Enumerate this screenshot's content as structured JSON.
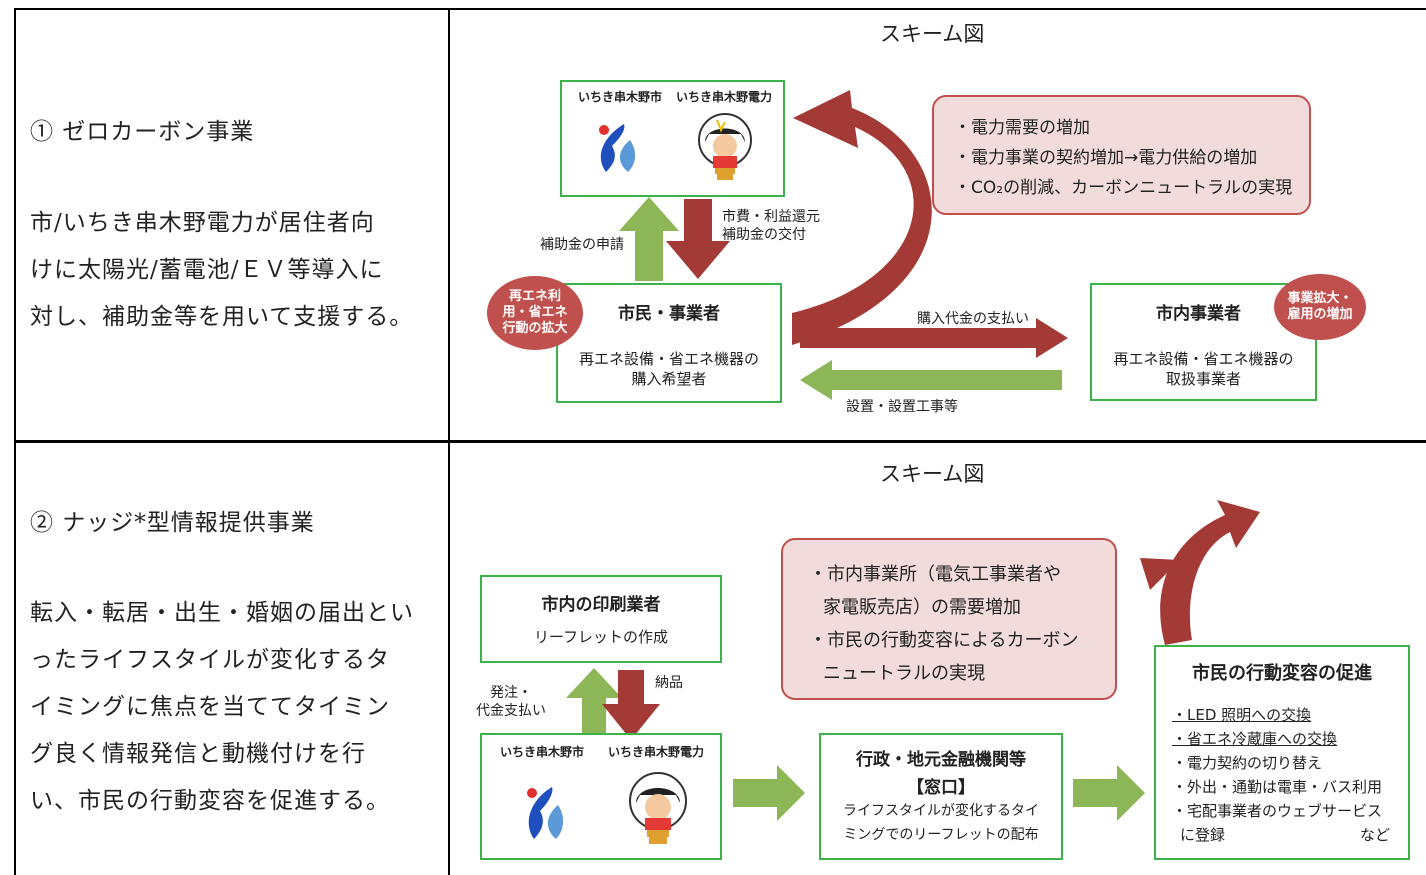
{
  "colors": {
    "green": "#3db14a",
    "arrow_green": "#8db657",
    "arrow_red": "#a33a36",
    "box_red_fill": "#f2dcdb",
    "box_red_border": "#c0504d",
    "circle_red": "#c0504d"
  },
  "row1": {
    "left": {
      "title": "① ゼロカーボン事業",
      "desc_lines": [
        "市/いちき串木野電力が居住者向",
        "けに太陽光/蓄電池/ＥＶ等導入に",
        "対し、補助金等を用いて支援する。"
      ]
    },
    "scheme_title": "スキーム図",
    "org_box": {
      "city": "いちき串木野市",
      "power": "いちき串木野電力",
      "logo_icon": "city-logo-icon",
      "mascot_icon": "bulb-mascot-icon"
    },
    "benefit_box": {
      "lines": [
        "・電力需要の増加",
        "・電力事業の契約増加→電力供給の増加",
        "・CO₂の削減、カーボンニュートラルの実現"
      ]
    },
    "label_subsidy_apply": "補助金の申請",
    "label_return_lines": [
      "市費・利益還元",
      "補助金の交付"
    ],
    "citizen_box": {
      "title": "市民・事業者",
      "lines": [
        "再エネ設備・省エネ機器の",
        "購入希望者"
      ]
    },
    "citizen_circle": {
      "lines": [
        "再エネ利",
        "用・省エネ",
        "行動の拡大"
      ]
    },
    "payment_label": "購入代金の支払い",
    "install_label": "設置・設置工事等",
    "vendor_box": {
      "title": "市内事業者",
      "lines": [
        "再エネ設備・省エネ機器の",
        "取扱事業者"
      ]
    },
    "vendor_circle": {
      "lines": [
        "事業拡大・",
        "雇用の増加"
      ]
    }
  },
  "row2": {
    "left": {
      "title": "② ナッジ*型情報提供事業",
      "desc_lines": [
        "転入・転居・出生・婚姻の届出とい",
        "ったライフスタイルが変化するタ",
        "イミングに焦点を当ててタイミン",
        "グ良く情報発信と動機付けを行",
        "い、市民の行動変容を促進する。"
      ]
    },
    "scheme_title": "スキーム図",
    "printer_box": {
      "title": "市内の印刷業者",
      "sub": "リーフレットの作成"
    },
    "order_label_lines": [
      "発注・",
      "代金支払い"
    ],
    "delivery_label": "納品",
    "org_box": {
      "city": "いちき串木野市",
      "power": "いちき串木野電力",
      "logo_icon": "city-logo-icon",
      "mascot_icon": "bulb-mascot-icon"
    },
    "benefit_box": {
      "lines": [
        "・市内事業所（電気工事業者や",
        "家電販売店）の需要増加",
        "・市民の行動変容によるカーボン",
        "ニュートラルの実現"
      ]
    },
    "admin_box": {
      "title1": "行政・地元金融機関等",
      "title2": "【窓口】",
      "lines": [
        "ライフスタイルが変化するタイ",
        "ミングでのリーフレットの配布"
      ]
    },
    "behavior_box": {
      "title": "市民の行動変容の促進",
      "items": [
        "・LED 照明への交換",
        "・省エネ冷蔵庫への交換",
        "・電力契約の切り替え",
        "・外出・通勤は電車・バス利用",
        "・宅配事業者のウェブサービス"
      ],
      "last_line": "に登録",
      "last_suffix": "など"
    }
  }
}
